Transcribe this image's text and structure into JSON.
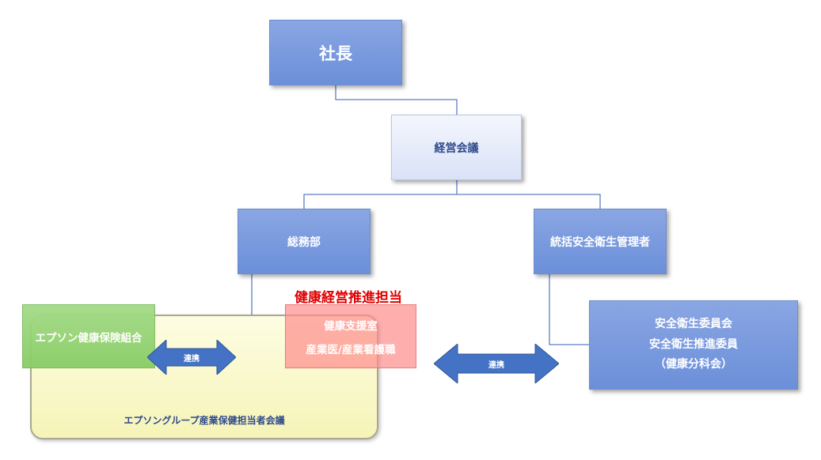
{
  "nodes": {
    "president": "社長",
    "management_meeting": "経営会議",
    "general_affairs": "総務部",
    "safety_health_manager": "統括安全衛生管理者",
    "committee": {
      "line1": "安全衛生委員会",
      "line2": "安全衛生推進委員",
      "line3": "（健康分科会）"
    },
    "epson_health_union": "エプソン健康保険組合",
    "health_support": {
      "line1": "健康支援室",
      "line2": "産業医/産業看護職"
    },
    "health_management_label": "健康経営推進担当",
    "group_meeting": "エプソングループ産業保健担当者会議"
  },
  "arrows": {
    "left_label": "連携",
    "right_label": "連携"
  },
  "colors": {
    "box_blue": "#7b9be0",
    "box_light": "#e6ebfa",
    "connector": "#5b7fc7",
    "health_mgmt_red": "#e00000",
    "union_green": "#92d36e",
    "health_support_pink": "#ff9a9a",
    "meeting_yellow": "#f8f6c4",
    "arrow_blue": "#4472c4"
  }
}
